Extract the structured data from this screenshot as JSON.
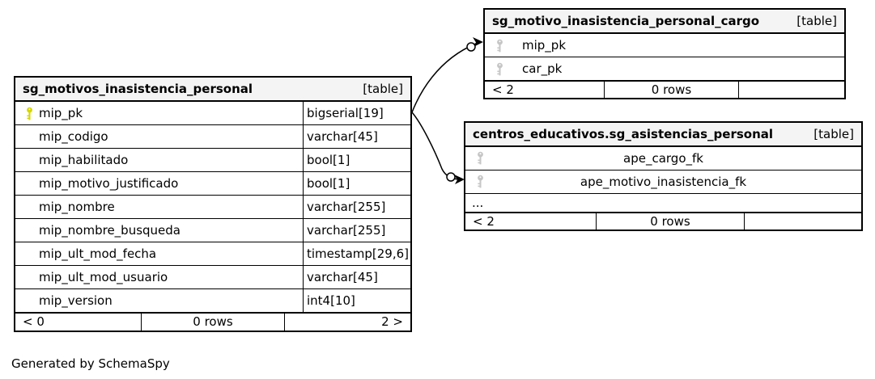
{
  "diagram": {
    "generated_note": "Generated by SchemaSpy"
  },
  "colors": {
    "primary_key_icon": "#d6d600",
    "foreign_key_icon": "#c6c6c6",
    "table_header_bg": "#f4f4f4",
    "border": "#000000"
  },
  "tables": {
    "main": {
      "title": "sg_motivos_inasistencia_personal",
      "tag": "[table]",
      "columns": [
        {
          "name": "mip_pk",
          "type": "bigserial[19]",
          "key": "primary"
        },
        {
          "name": "mip_codigo",
          "type": "varchar[45]",
          "key": ""
        },
        {
          "name": "mip_habilitado",
          "type": "bool[1]",
          "key": ""
        },
        {
          "name": "mip_motivo_justificado",
          "type": "bool[1]",
          "key": ""
        },
        {
          "name": "mip_nombre",
          "type": "varchar[255]",
          "key": ""
        },
        {
          "name": "mip_nombre_busqueda",
          "type": "varchar[255]",
          "key": ""
        },
        {
          "name": "mip_ult_mod_fecha",
          "type": "timestamp[29,6]",
          "key": ""
        },
        {
          "name": "mip_ult_mod_usuario",
          "type": "varchar[45]",
          "key": ""
        },
        {
          "name": "mip_version",
          "type": "int4[10]",
          "key": ""
        }
      ],
      "footer": {
        "left": "< 0",
        "center": "0 rows",
        "right": "2 >"
      }
    },
    "cargo": {
      "title": "sg_motivo_inasistencia_personal_cargo",
      "tag": "[table]",
      "columns": [
        {
          "name": "mip_pk",
          "key": "foreign"
        },
        {
          "name": "car_pk",
          "key": "foreign"
        }
      ],
      "footer": {
        "left": "< 2",
        "center": "0 rows",
        "right": ""
      }
    },
    "asistencias": {
      "title": "centros_educativos.sg_asistencias_personal",
      "tag": "[table]",
      "columns": [
        {
          "name": "ape_cargo_fk",
          "key": "foreign"
        },
        {
          "name": "ape_motivo_inasistencia_fk",
          "key": "foreign"
        }
      ],
      "ellipsis": "...",
      "footer": {
        "left": "< 2",
        "center": "0 rows",
        "right": ""
      }
    }
  },
  "relationships": [
    {
      "from": "sg_motivos_inasistencia_personal.mip_pk",
      "to": "sg_motivo_inasistencia_personal_cargo.mip_pk"
    },
    {
      "from": "sg_motivos_inasistencia_personal.mip_pk",
      "to": "centros_educativos.sg_asistencias_personal.ape_motivo_inasistencia_fk"
    }
  ]
}
